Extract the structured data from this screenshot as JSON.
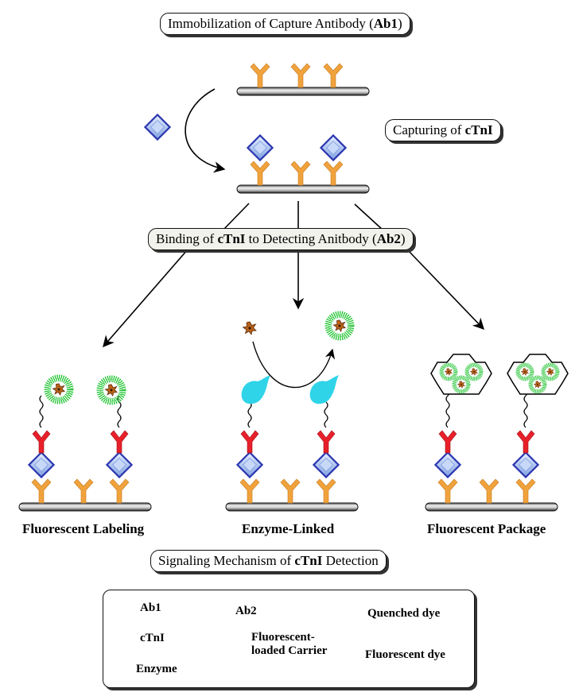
{
  "labels": {
    "immobilization": {
      "pre": "Immobilization of Capture Antibody (",
      "bold": "Ab1",
      "post": ")"
    },
    "capturing": {
      "pre": "Capturing of ",
      "bold": "cTnI"
    },
    "binding": {
      "pre": "Binding of ",
      "bold1": "cTnI",
      "mid": " to Detecting Anitbody (",
      "bold2": "Ab2",
      "post": ")"
    },
    "signaling": {
      "pre": "Signaling Mechanism of ",
      "bold": "cTnI",
      "post": " Detection"
    }
  },
  "panels": {
    "left": "Fluorescent Labeling",
    "middle": "Enzyme-Linked",
    "right": "Fluorescent Package"
  },
  "legend": {
    "ab1": "Ab1",
    "ab2": "Ab2",
    "quenched": "Quenched dye",
    "ctni": "cTnI",
    "carrier_line1": "Fluorescent-",
    "carrier_line2": "loaded Carrier",
    "fluor_dye": "Fluorescent dye",
    "enzyme": "Enzyme"
  },
  "colors": {
    "ab1": "#f0a23c",
    "ab2": "#e8202a",
    "ctni_fill": "#a8c4ef",
    "ctni_edge": "#2a36b0",
    "enzyme": "#2fd4e8",
    "fluor_dye": "#22c433",
    "quenched": "#b8621a"
  }
}
